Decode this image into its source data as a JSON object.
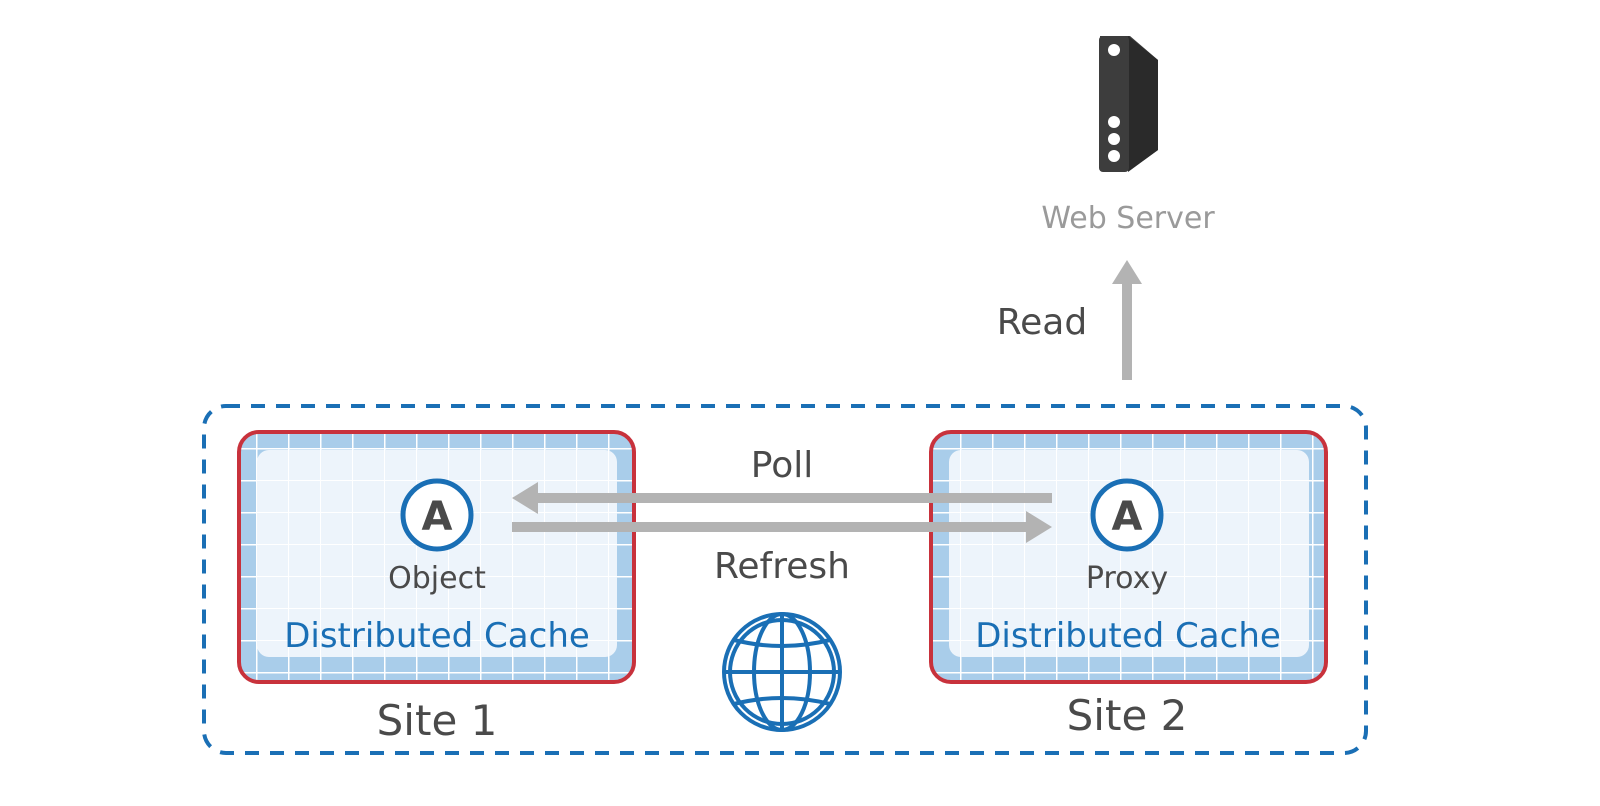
{
  "web_server": {
    "label": "Web Server",
    "icon": "server-icon"
  },
  "read_label": "Read",
  "sites": [
    {
      "site_label": "Site 1",
      "node_letter": "A",
      "node_label": "Object",
      "cache_label": "Distributed Cache"
    },
    {
      "site_label": "Site 2",
      "node_letter": "A",
      "node_label": "Proxy",
      "cache_label": "Distributed Cache"
    }
  ],
  "arrows": {
    "poll_label": "Poll",
    "refresh_label": "Refresh"
  },
  "network_icon": "globe-icon",
  "colors": {
    "outline_dashed": "#1a6fb5",
    "cache_border": "#c8323c",
    "cache_fill": "#a9cdea",
    "cache_inner": "#edf4fb",
    "arrow": "#b3b3b3",
    "node_blue": "#1a6fb5",
    "text_dark": "#4a4a4a",
    "text_grey": "#9a9a9a",
    "server": "#3d3d3d"
  }
}
